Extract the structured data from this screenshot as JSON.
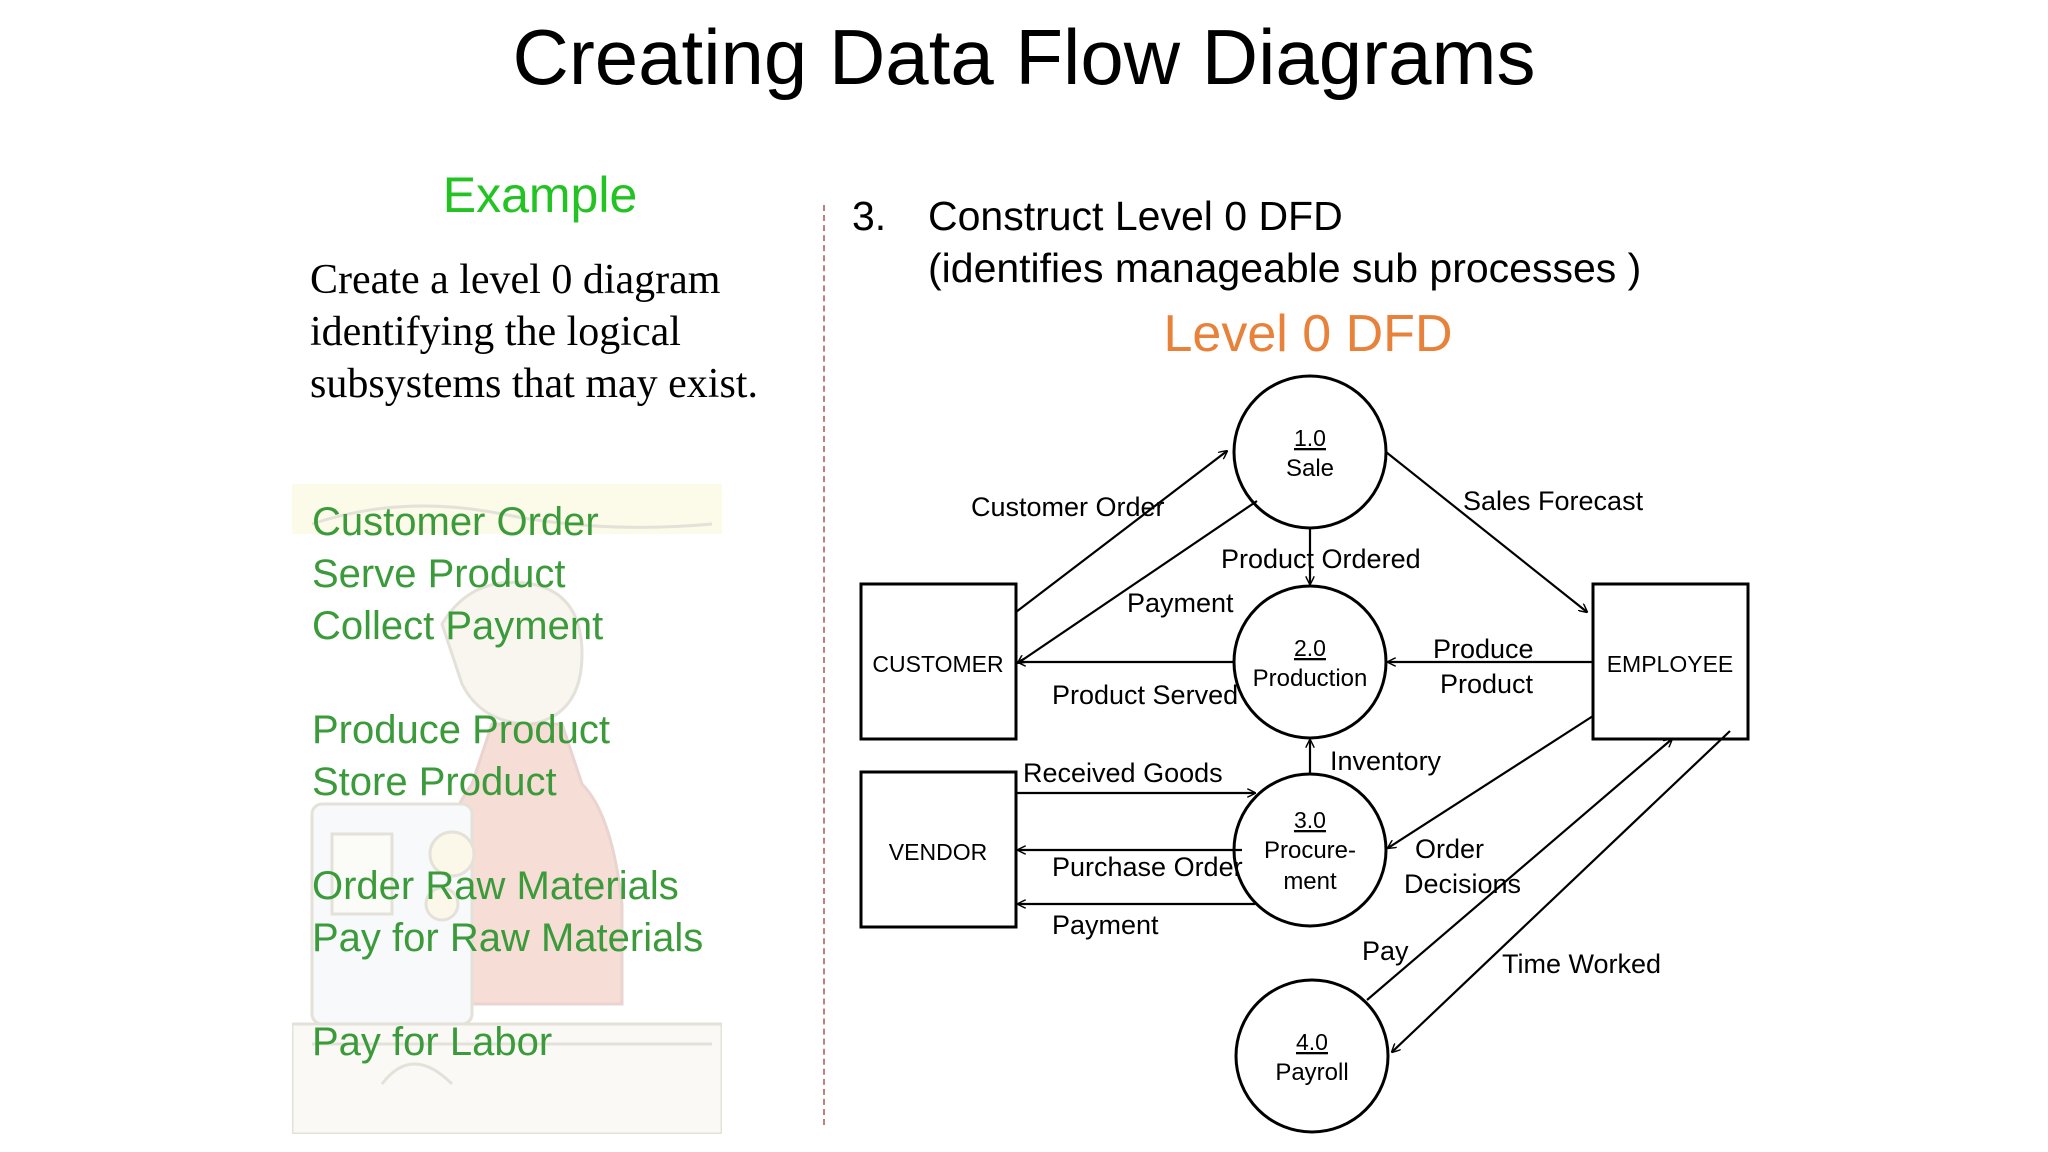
{
  "title": "Creating Data Flow Diagrams",
  "left": {
    "heading": "Example",
    "instruction": [
      "Create a level 0 diagram",
      "identifying the logical",
      "subsystems that may exist."
    ],
    "tasks": [
      "Customer Order",
      "Serve Product",
      "Collect Payment",
      "Produce Product",
      "Store Product",
      "Order Raw Materials",
      "Pay for Raw Materials",
      "Pay for Labor"
    ]
  },
  "right": {
    "step_number": "3.",
    "step_lines": [
      "Construct Level 0 DFD",
      "(identifies manageable sub processes )"
    ],
    "diagram_title": "Level 0 DFD"
  },
  "diagram": {
    "processes": [
      {
        "id": "1.0",
        "name": [
          "Sale"
        ]
      },
      {
        "id": "2.0",
        "name": [
          "Production"
        ]
      },
      {
        "id": "3.0",
        "name": [
          "Procure-",
          "ment"
        ]
      },
      {
        "id": "4.0",
        "name": [
          "Payroll"
        ]
      }
    ],
    "entities": [
      "CUSTOMER",
      "EMPLOYEE",
      "VENDOR"
    ],
    "flows": {
      "customer_order": "Customer Order",
      "sales_forecast": "Sales Forecast",
      "product_ordered": "Product Ordered",
      "payment_customer": "Payment",
      "product_served": "Product Served",
      "produce_product": [
        "Produce",
        "Product"
      ],
      "inventory": "Inventory",
      "received_goods": "Received Goods",
      "purchase_order": "Purchase Order",
      "payment_vendor": "Payment",
      "order_decisions": [
        "Order",
        "Decisions"
      ],
      "pay": "Pay",
      "time_worked": "Time Worked"
    }
  },
  "colors": {
    "example_heading": "#22c322",
    "tasks": "#3b9b3b",
    "diagram_title": "#e8823a",
    "divider": "#c08080"
  }
}
